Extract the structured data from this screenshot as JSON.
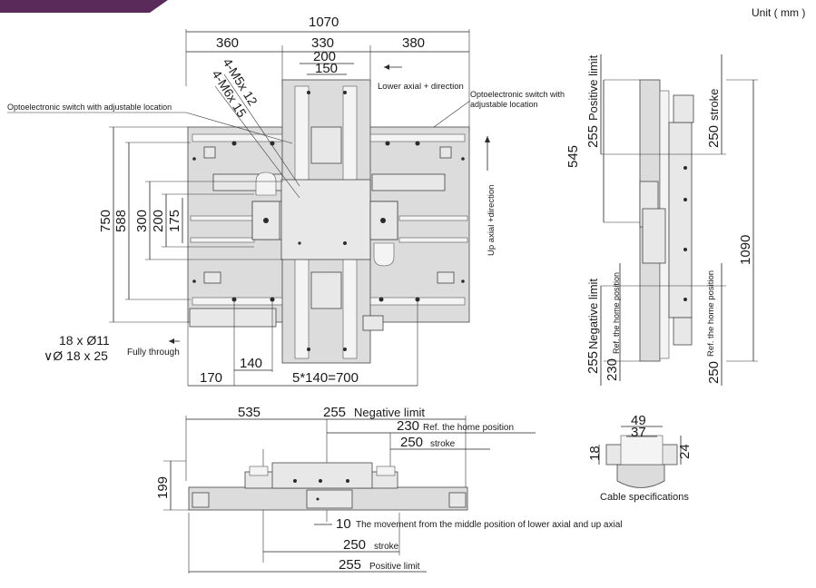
{
  "header": {
    "unit": "Unit ( mm )",
    "brand_color": "#5a2a5a"
  },
  "top_view": {
    "dims": {
      "overall_width": "1070",
      "w_left": "360",
      "w_mid": "330",
      "w_right": "380",
      "w_200": "200",
      "w_150": "150",
      "h_750": "750",
      "h_588": "588",
      "h_300": "300",
      "h_200": "200",
      "h_175": "175",
      "bottom_170": "170",
      "bottom_140": "140",
      "bottom_pitch": "5*140=700"
    },
    "labels": {
      "m5": "4-M5x 12",
      "m6": "4-M6x 15",
      "opto_left": "Optoelectronic switch with adjustable location",
      "opto_right_1": "Optoelectronic switch with",
      "opto_right_2": "adjustable location",
      "lower_axial": "Lower axial + direction",
      "up_axial": "Up axial +direction",
      "hole_1": "18 x Ø11",
      "hole_2": "∨Ø 18 x 25",
      "fully_through": "Fully through"
    }
  },
  "side_view": {
    "dims": {
      "d_545": "545",
      "d_1090": "1090",
      "pos_limit_num": "255",
      "pos_limit_label": "Positive limit",
      "stroke_top_num": "250",
      "stroke_top_label": "stroke",
      "neg_limit_num": "255",
      "neg_limit_label": "Negative limit",
      "home_left_num": "230",
      "home_left_label": "Ref. the home position",
      "home_right_num": "250",
      "home_right_label": "Ref. the home position"
    }
  },
  "front_view": {
    "dims": {
      "d_535": "535",
      "neg_num": "255",
      "neg_label": "Negative limit",
      "home_num": "230",
      "home_label": "Ref. the home position",
      "stroke1_num": "250",
      "stroke1_label": "stroke",
      "height_199": "199",
      "move_num": "10",
      "move_label": "The movement from the  middle position of lower axial and up axial",
      "stroke2_num": "250",
      "stroke2_label": "stroke",
      "pos_num": "255",
      "pos_label": "Positive limit"
    }
  },
  "cable": {
    "w_49": "49",
    "w_37": "37",
    "h_18": "18",
    "h_24": "24",
    "title": "Cable specifications"
  }
}
